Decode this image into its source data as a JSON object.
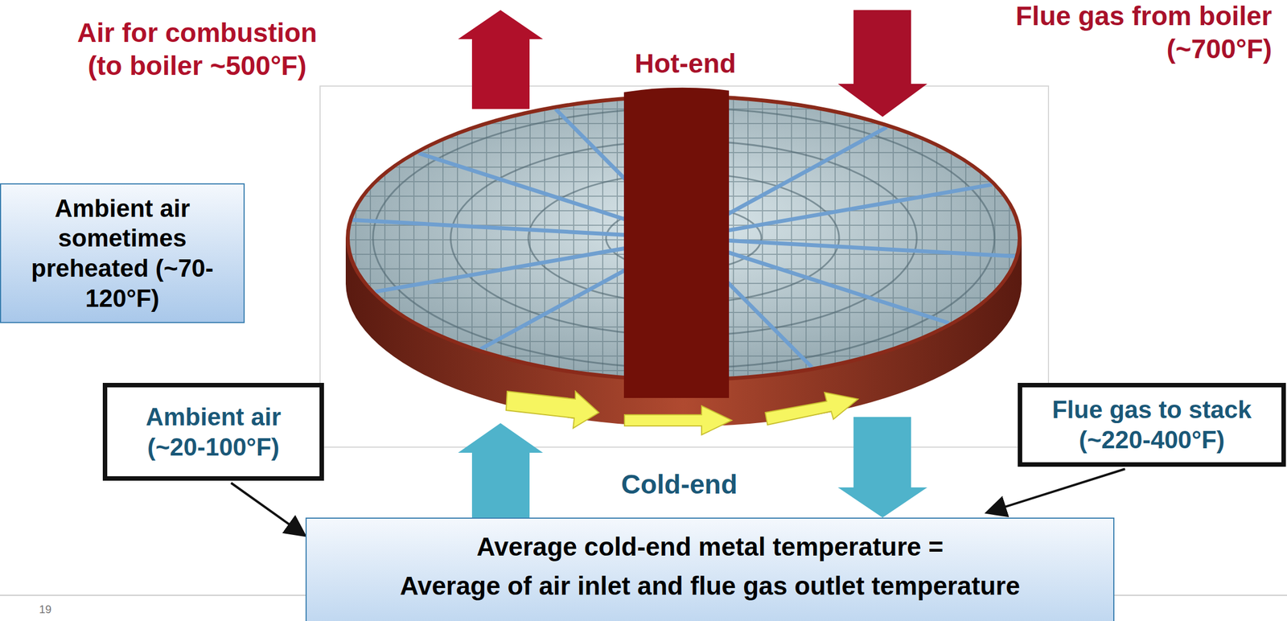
{
  "diagram": {
    "nodes": [
      {
        "text": [
          "Ambient air sometimes preheated (~70-120°F)"
        ]
      },
      {
        "text": [
          "Ambient air (~20-100°F)"
        ]
      },
      {
        "text": [
          "Flue gas to stack (~220-400°F)"
        ]
      },
      {
        "text": [
          "Average cold-end metal temperature =",
          "Average of air inlet and flue gas outlet temperature"
        ]
      }
    ],
    "edges": [
      {
        "from": 1,
        "to": 3,
        "arrow": "to"
      },
      {
        "from": 2,
        "to": 3,
        "arrow": "to"
      }
    ],
    "labels": [
      "Air for combustion (to boiler ~500°F)",
      "Hot-end",
      "Flue gas from boiler (~700°F)",
      "Cold-end",
      "19"
    ]
  }
}
